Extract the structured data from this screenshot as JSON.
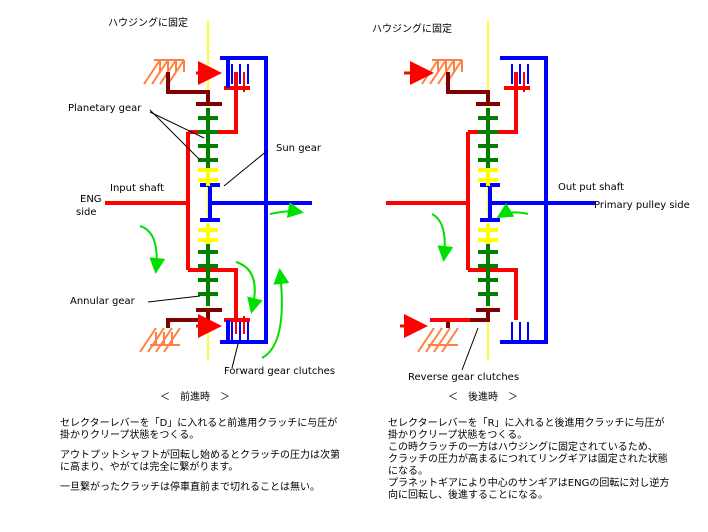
{
  "left": {
    "housing_label": "ハウジングに固定",
    "planetary_gear": "Planetary gear",
    "sun_gear": "Sun gear",
    "input_shaft": "Input shaft",
    "eng_side_1": "ENG",
    "eng_side_2": "side",
    "annular_gear": "Annular gear",
    "forward_clutches": "Forward gear clutches",
    "caption": "＜　前進時　＞",
    "desc": [
      "セレクターレバーを「D」に入れると前進用クラッチに与圧が",
      "掛かりクリープ状態をつくる。",
      "",
      "アウトプットシャフトが回転し始めるとクラッチの圧力は次第",
      "に高まり、やがては完全に繋がります。",
      "",
      "一旦繋がったクラッチは停車直前まで切れることは無い。"
    ]
  },
  "right": {
    "housing_label": "ハウジングに固定",
    "output_shaft": "Out put shaft",
    "primary_pulley": "Primary pulley side",
    "reverse_clutches": "Reverse gear clutches",
    "caption": "＜　後進時　＞",
    "desc": [
      "セレクターレバーを「R」に入れると後進用クラッチに与圧が",
      "掛かりクリープ状態をつくる。",
      "この時クラッチの一方はハウジングに固定されているため、",
      "クラッチの圧力が高まるにつれてリングギアは固定された状態",
      "になる。",
      "プラネットギアにより中心のサンギアはENGの回転に対し逆方",
      "向に回転し、後進することになる。"
    ]
  },
  "colors": {
    "shaft_red": "#ff0000",
    "output_blue": "#0000ff",
    "planet_green": "#007f00",
    "sun_yellow": "#ffff00",
    "carrier_brown": "#7f0000",
    "housing_orange": "#ff8040",
    "flow_arrow_green": "#00e000"
  }
}
